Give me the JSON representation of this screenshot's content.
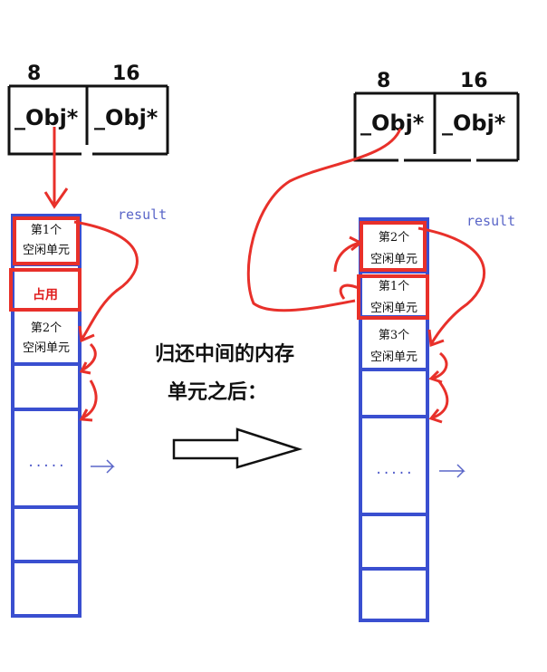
{
  "left": {
    "header_labels": [
      "8",
      "16"
    ],
    "slot_labels": [
      "_Obj*",
      "_Obj*"
    ],
    "result_label": "result",
    "cells": [
      {
        "line1": "第1个",
        "line2": "空闲单元"
      },
      {
        "line1": "占用",
        "line2": ""
      },
      {
        "line1": "第2个",
        "line2": "空闲单元"
      }
    ],
    "ellipsis": "....."
  },
  "caption": {
    "line1": "归还中间的内存",
    "line2": "单元之后："
  },
  "right": {
    "header_labels": [
      "8",
      "16"
    ],
    "slot_labels": [
      "_Obj*",
      "_Obj*"
    ],
    "result_label": "result",
    "cells": [
      {
        "line1": "第2个",
        "line2": "空闲单元"
      },
      {
        "line1": "第1个",
        "line2": "空闲单元"
      },
      {
        "line1": "第3个",
        "line2": "空闲单元"
      }
    ],
    "ellipsis": "....."
  },
  "colors": {
    "blue": "#3a4fd0",
    "red": "#e8302a",
    "black": "#111111"
  }
}
